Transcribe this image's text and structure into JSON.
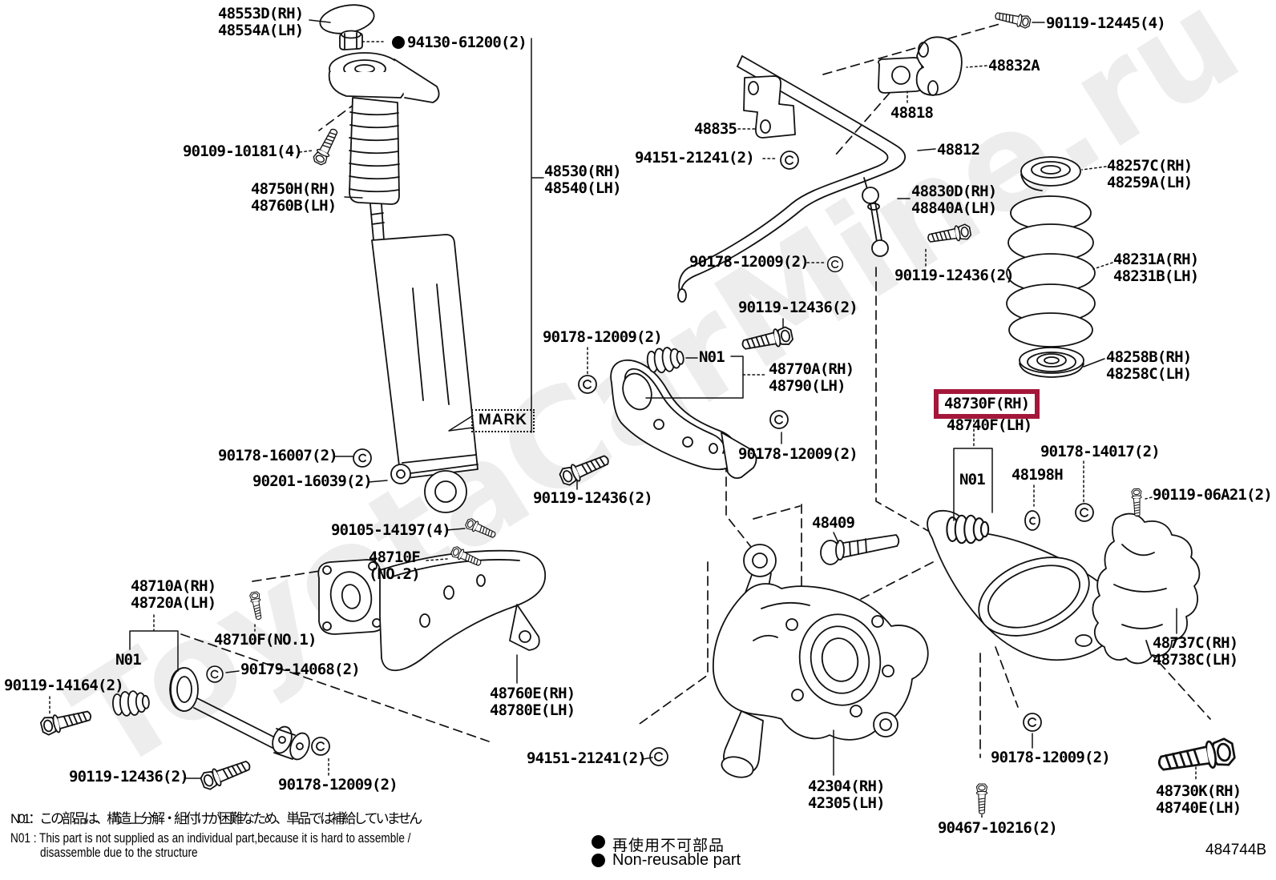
{
  "watermark": "ToyotaCarMine.ru",
  "diagram_code": "484744B",
  "highlight_color": "#a5173a",
  "labels": {
    "l01": "48553D(RH)\n48554A(LH)",
    "l02": "94130-61200(2)",
    "l03": "90109-10181(4)",
    "l04": "48750H(RH)\n48760B(LH)",
    "l05": "48530(RH)\n48540(LH)",
    "l06": "90119-12445(4)",
    "l07": "48832A",
    "l08": "48818",
    "l09": "48835",
    "l10": "94151-21241(2)",
    "l11": "48812",
    "l12": "48830D(RH)\n48840A(LH)",
    "l13": "48257C(RH)\n48259A(LH)",
    "l14": "90178-12009(2)",
    "l15": "90119-12436(2)",
    "l16": "48231A(RH)\n48231B(LH)",
    "l17": "90119-12436(2)",
    "l18": "90178-12009(2)",
    "l19": "N01",
    "l20": "48770A(RH)\n48790(LH)",
    "l21": "48258B(RH)\n48258C(LH)",
    "l22": "48730F(RH)",
    "l23": "48740F(LH)",
    "l24": "90178-14017(2)",
    "l25": "MARK",
    "l26": "90178-16007(2)",
    "l27": "90201-16039(2)",
    "l28": "90178-12009(2)",
    "l29": "N01",
    "l30": "48198H",
    "l31": "90119-06A21(2)",
    "l32": "90119-12436(2)",
    "l33": "90105-14197(4)",
    "l34": "48710F\n(NO.2)",
    "l35": "48710A(RH)\n48720A(LH)",
    "l36": "48710F(NO.1)",
    "l37": "N01",
    "l38": "90179-14068(2)",
    "l39": "48409",
    "l40": "90119-14164(2)",
    "l41": "48760E(RH)\n48780E(LH)",
    "l42": "90119-12436(2)",
    "l43": "90178-12009(2)",
    "l44": "94151-21241(2)",
    "l45": "42304(RH)\n42305(LH)",
    "l46": "48737C(RH)\n48738C(LH)",
    "l47": "90178-12009(2)",
    "l48": "48730K(RH)\n48740E(LH)",
    "l49": "90467-10216(2)"
  },
  "notes": {
    "jp": "N01：この部品は、構造上分解・組付けが困難なため、単品では補給していません",
    "en1": "N01 : This part is not supplied as an individual part,because it is hard to assemble /",
    "en2": "disassemble due to the structure"
  },
  "legend": {
    "jp": "再使用不可部品",
    "en": "Non-reusable part"
  }
}
